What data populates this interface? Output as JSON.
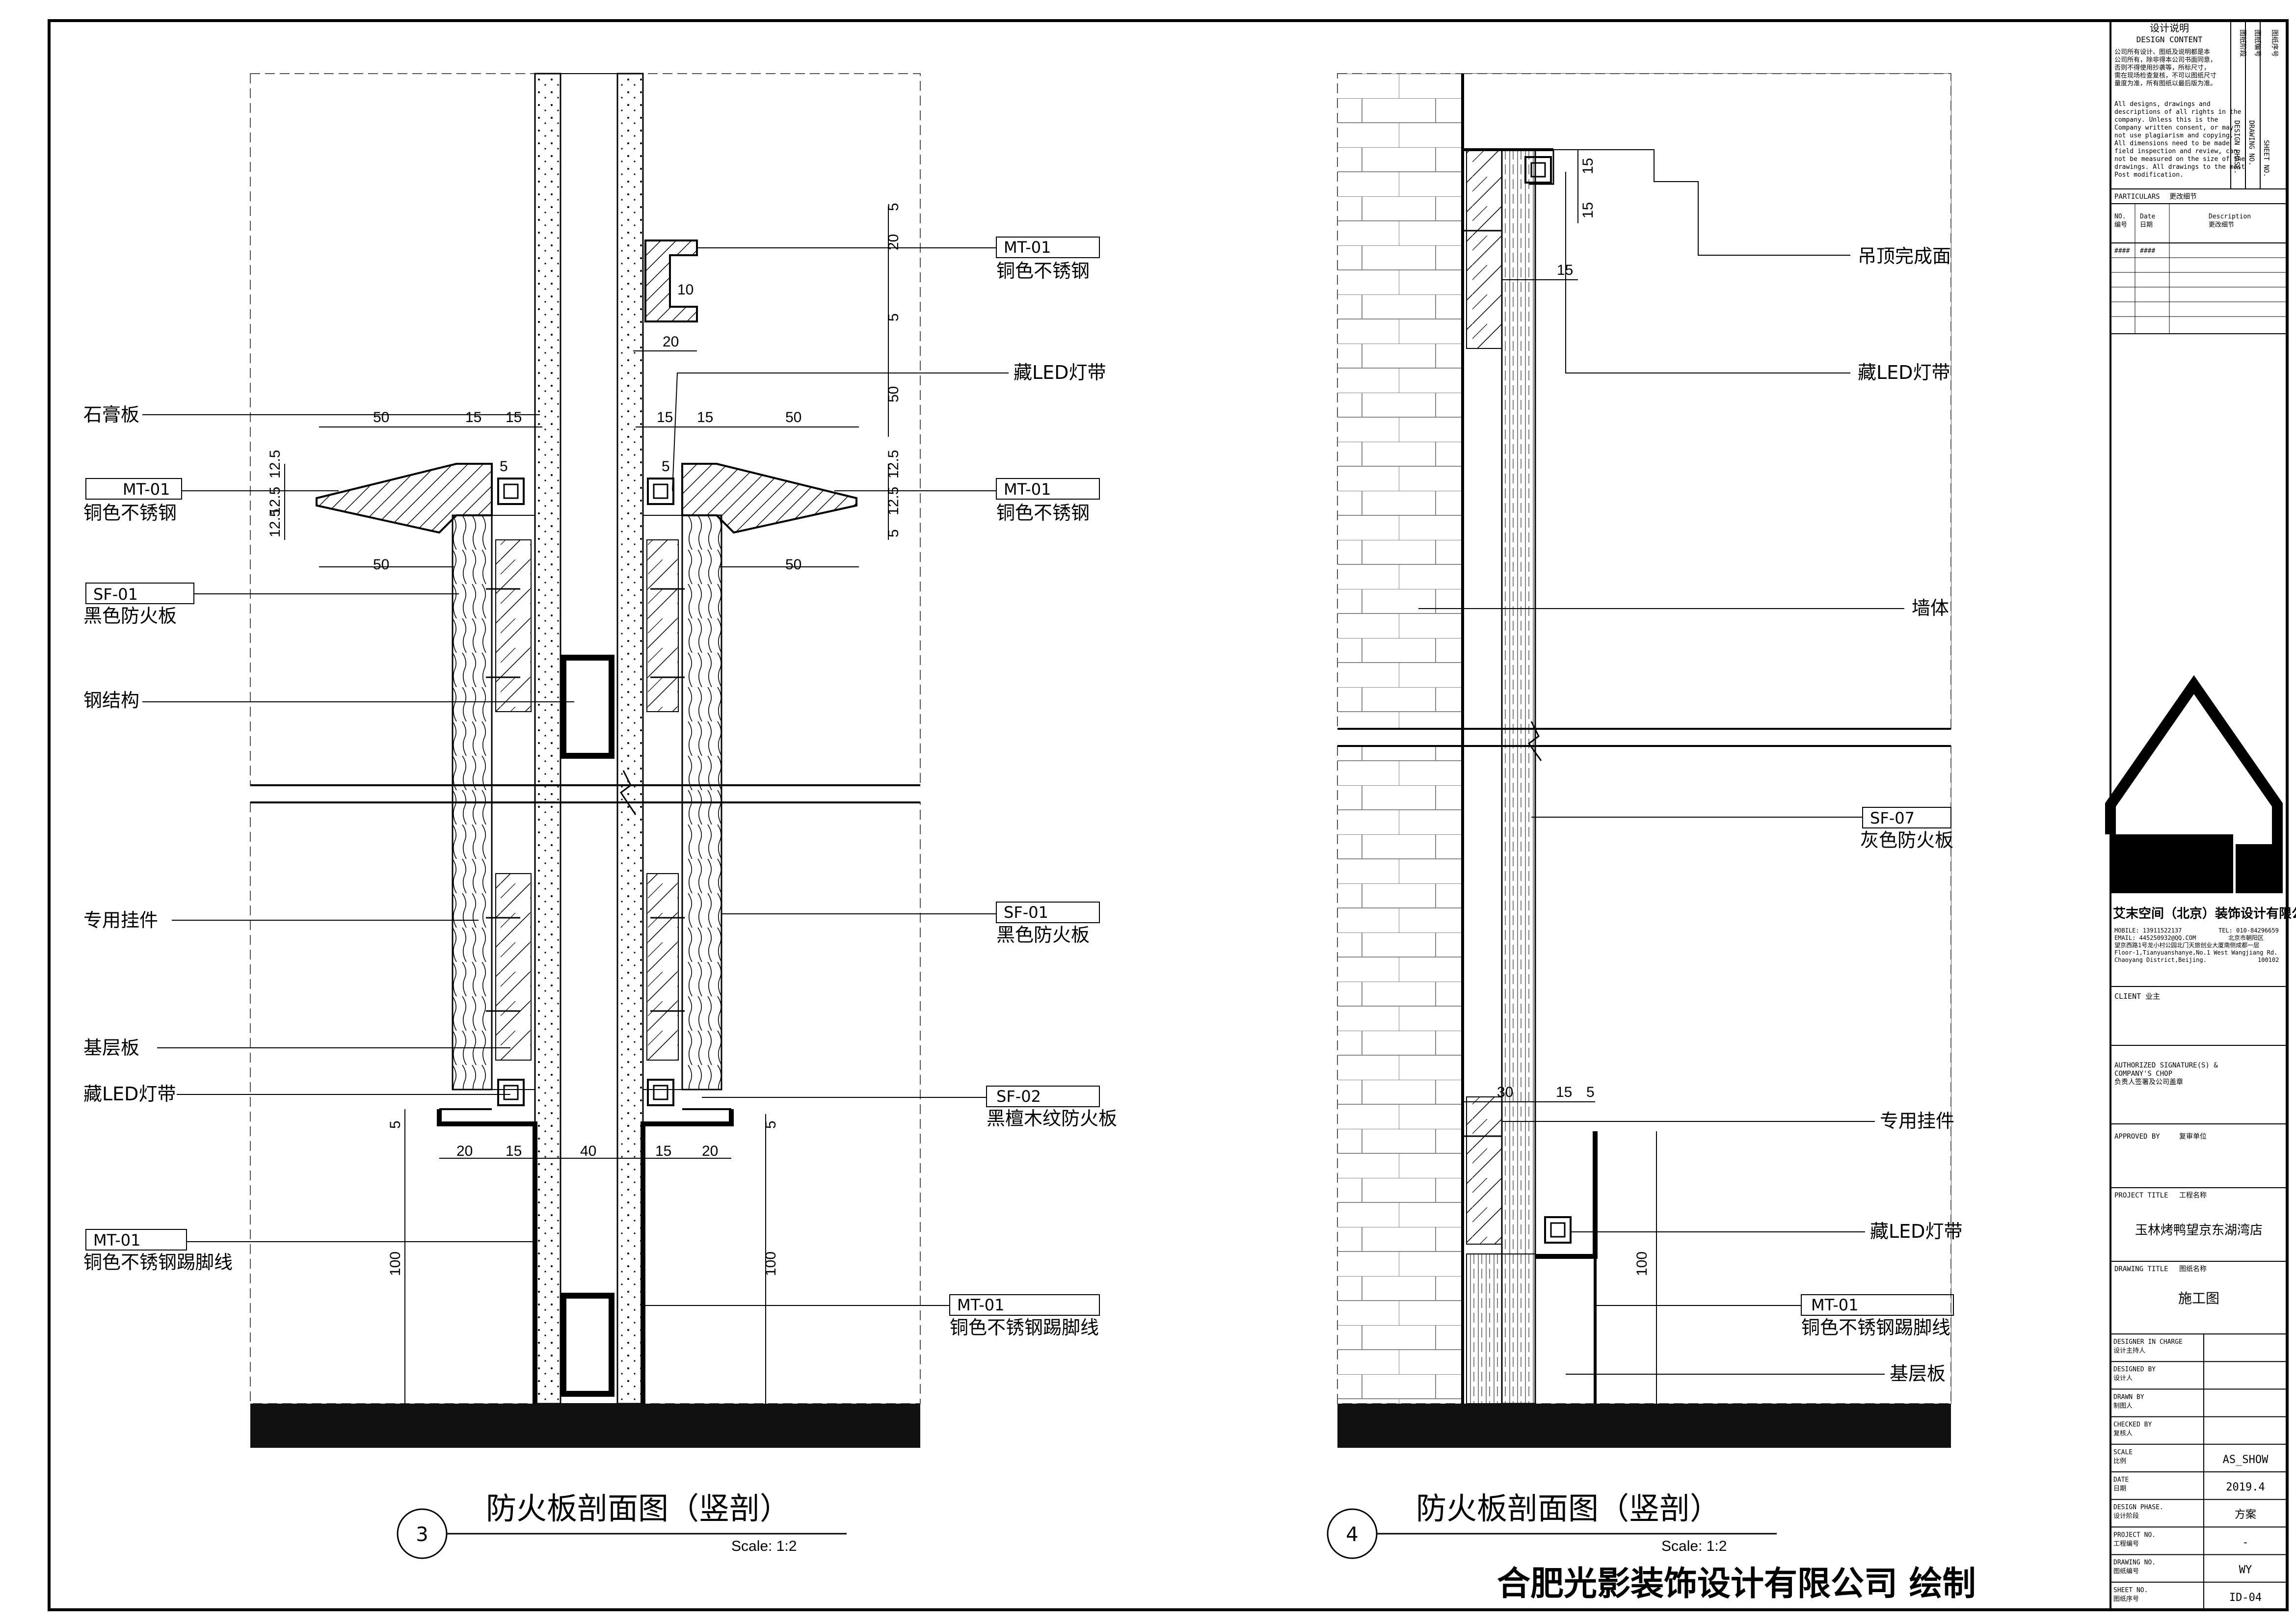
{
  "left_section": {
    "title": "防火板剖面图（竖剖）",
    "number": "3",
    "scale": "Scale:  1:2",
    "left_labels": [
      "石膏板",
      "MT-01",
      "铜色不锈钢",
      "SF-01",
      "黑色防火板",
      "钢结构",
      "专用挂件",
      "基层板",
      "藏LED灯带",
      "MT-01",
      "铜色不锈钢踢脚线"
    ],
    "right_labels": [
      "MT-01",
      "铜色不锈钢",
      "藏LED灯带",
      "MT-01",
      "铜色不锈钢",
      "SF-01",
      "黑色防火板",
      "SF-02",
      "黑檀木纹防火板",
      "MT-01",
      "铜色不锈钢踢脚线"
    ],
    "dims": [
      "50",
      "15",
      "15",
      "15",
      "15",
      "50",
      "12.5",
      "12.5",
      "12.5",
      "5",
      "5",
      "12.5",
      "12.5",
      "5",
      "50",
      "50",
      "20",
      "10",
      "5",
      "20",
      "5",
      "50",
      "20",
      "15",
      "40",
      "15",
      "20",
      "5",
      "5",
      "100",
      "100"
    ]
  },
  "right_section": {
    "title": "防火板剖面图（竖剖）",
    "number": "4",
    "scale": "Scale:  1:2",
    "labels": [
      "吊顶完成面",
      "藏LED灯带",
      "墙体",
      "SF-07",
      "灰色防火板",
      "专用挂件",
      "藏LED灯带",
      "MT-01",
      "铜色不锈钢踢脚线",
      "基层板"
    ],
    "dims": [
      "15",
      "15",
      "15",
      "30",
      "15",
      "5",
      "100"
    ]
  },
  "signature": "合肥光影装饰设计有限公司 绘制",
  "title_block": {
    "design_header": "设计说明",
    "design_header_en": "DESIGN CONTENT",
    "notes_cn": [
      "公司所有设计、图纸及说明都是本",
      "公司所有，除非得本公司书面同意，",
      "否则不得使用抄袭等，所标尺寸，",
      "需在现场检查复核，不可以图纸尺寸",
      "量度为准，所有图纸以最后版为准。"
    ],
    "notes_en": [
      "All designs, drawings and",
      "descriptions of all rights in the",
      "company. Unless this is the",
      "Company written consent, or may",
      "not use plagiarism and copying.",
      "All dimensions need to be made",
      "field inspection and review, can",
      "not be measured on the size of the",
      "drawings. All drawings to the most",
      "Post modification."
    ],
    "vertical_cn": [
      "图纸阶段",
      "图纸编号",
      "图纸序号"
    ],
    "vertical_en": [
      "DESIGN PHASE.",
      "DRAWING NO.",
      "SHEET NO."
    ],
    "particulars": "PARTICULARS",
    "particulars_cn": "更改细节",
    "rev_no": "NO.",
    "rev_no_cn": "编号",
    "rev_date": "Date",
    "rev_date_cn": "日期",
    "rev_desc": "Description",
    "rev_desc_cn": "更改细节",
    "rev_row": [
      "####",
      "####"
    ],
    "company": "艾末空间（北京）装饰设计有限公司",
    "contact": [
      "MOBILE: 13911522137",
      "EMAIL: 445250932@QQ.COM",
      "TEL: 010-84296659",
      "北京市朝阳区",
      "望京西路1号龙小村公园北门天旅创业大厦南侧成都一层",
      "Floor-1,Tianyuanshanye,No.1 West Wangjiang Rd.",
      "Chaoyang District,Beijing.",
      "100102"
    ],
    "client": "CLIENT  业主",
    "authorized": [
      "AUTHORIZED SIGNATURE(S) &",
      "COMPANY'S CHOP",
      "负责人签署及公司盖章"
    ],
    "approved": "APPROVED BY",
    "approved_cn": "复审单位",
    "project_title": "PROJECT TITLE",
    "project_title_cn": "工程名称",
    "project_name": "玉林烤鸭望京东湖湾店",
    "drawing_title": "DRAWING TITLE",
    "drawing_title_cn": "图纸名称",
    "drawing_name": "施工图",
    "rows": [
      {
        "en": "DESIGNER IN CHARGE",
        "cn": "设计主持人",
        "value": ""
      },
      {
        "en": "DESIGNED BY",
        "cn": "设计人",
        "value": ""
      },
      {
        "en": "DRAWN BY",
        "cn": "制图人",
        "value": ""
      },
      {
        "en": "CHECKED BY",
        "cn": "复核人",
        "value": ""
      },
      {
        "en": "SCALE",
        "cn": "比例",
        "value": "AS_SHOW"
      },
      {
        "en": "DATE",
        "cn": "日期",
        "value": "2019.4"
      },
      {
        "en": "DESIGN PHASE.",
        "cn": "设计阶段",
        "value": "方案"
      },
      {
        "en": "PROJECT NO.",
        "cn": "工程编号",
        "value": "-"
      },
      {
        "en": "DRAWING NO.",
        "cn": "图纸编号",
        "value": "WY"
      },
      {
        "en": "SHEET NO.",
        "cn": "图纸序号",
        "value": "ID-04"
      }
    ]
  }
}
